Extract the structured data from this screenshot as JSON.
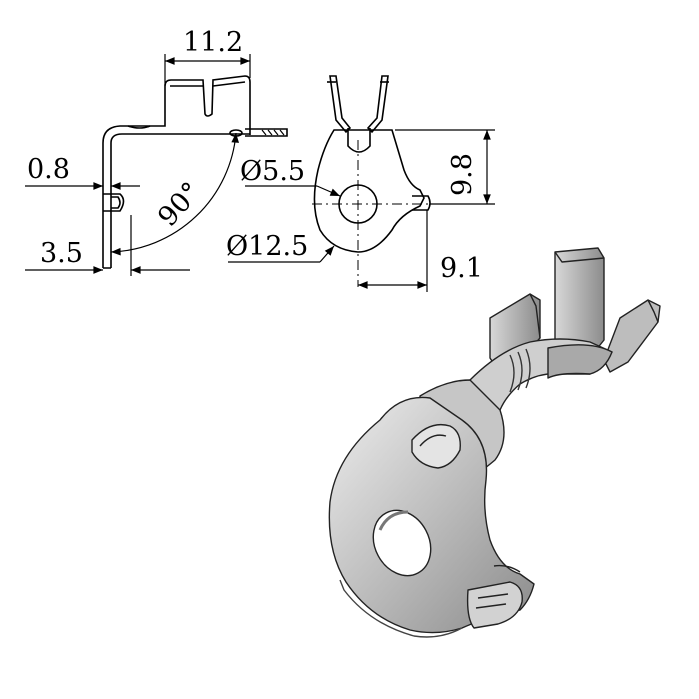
{
  "dimensions": {
    "width_top": "11.2",
    "thickness": "0.8",
    "bend_offset": "3.5",
    "bend_angle": "90°",
    "hole_diameter": "Ø5.5",
    "ring_diameter": "Ø12.5",
    "height_right": "9.8",
    "offset_right": "9.1"
  },
  "colors": {
    "line": "#000000",
    "metal_light": "#d9d9d9",
    "metal_mid": "#a6a6a6",
    "metal_dark": "#5f5f5f"
  }
}
